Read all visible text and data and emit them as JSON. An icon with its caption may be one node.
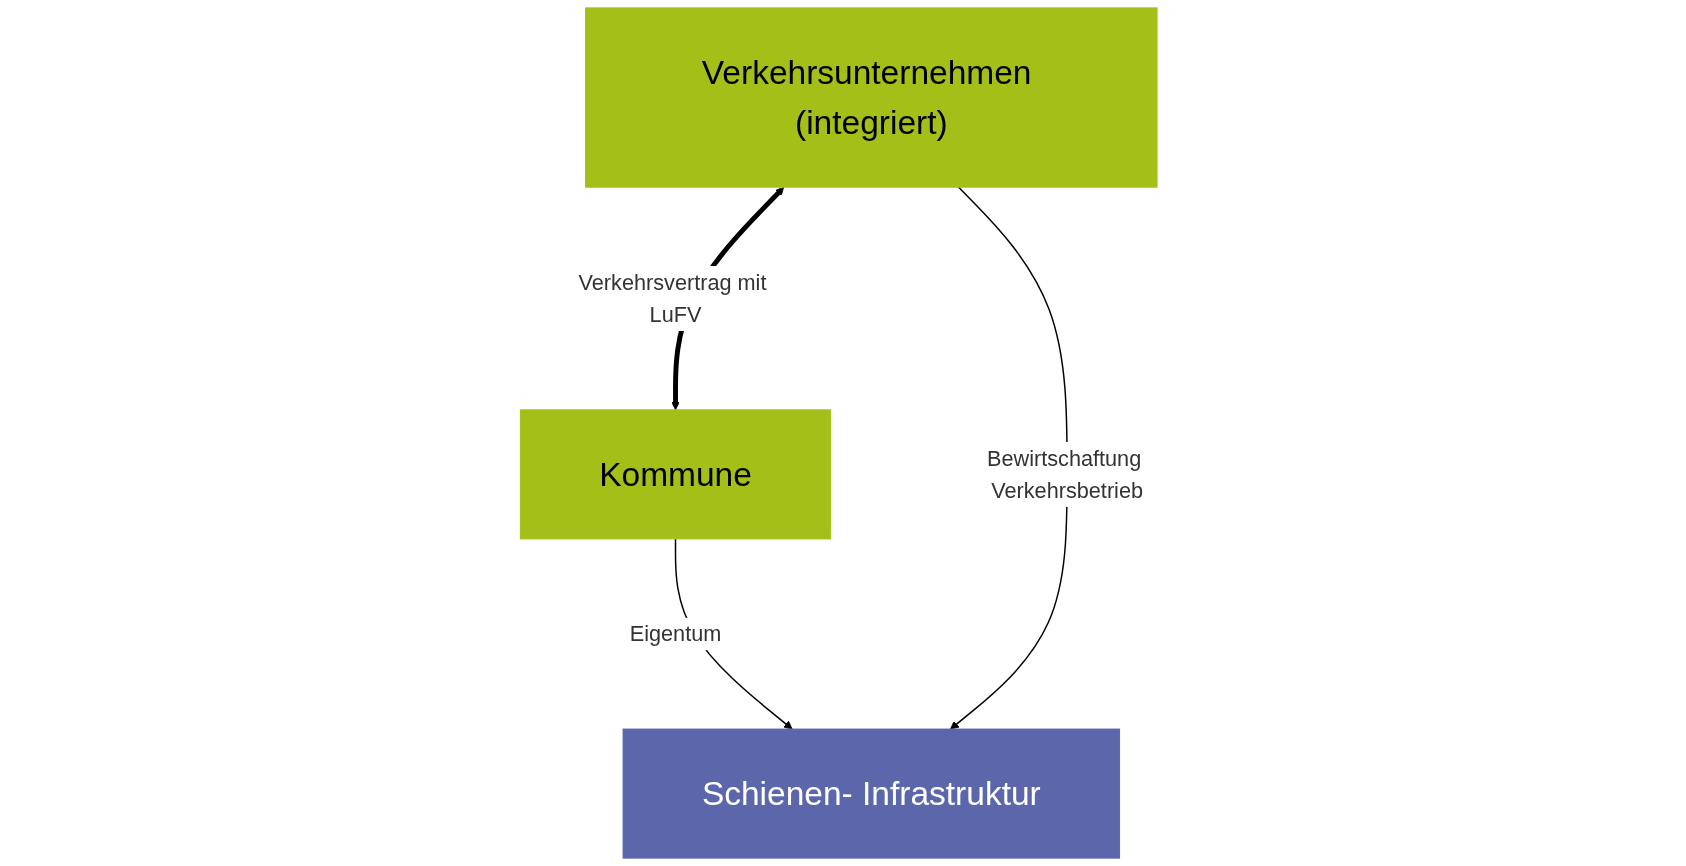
{
  "diagram": {
    "nodes": [
      {
        "text": [
          "Kommune"
        ]
      },
      {
        "text": [
          "Verkehrsunternehmen (integriert)"
        ]
      },
      {
        "text": [
          "Schienen- Infrastruktur"
        ]
      }
    ],
    "edges": [
      {
        "from": 1,
        "to": 0,
        "arrow": "both",
        "label": "Verkehrsvertrag mit LuFV",
        "style": "thick"
      },
      {
        "from": 0,
        "to": 2,
        "arrow": "to",
        "label": "Eigentum"
      },
      {
        "from": 1,
        "to": 2,
        "arrow": "to",
        "label": "Bewirtschaftung Verkehrsbetrieb"
      }
    ]
  }
}
